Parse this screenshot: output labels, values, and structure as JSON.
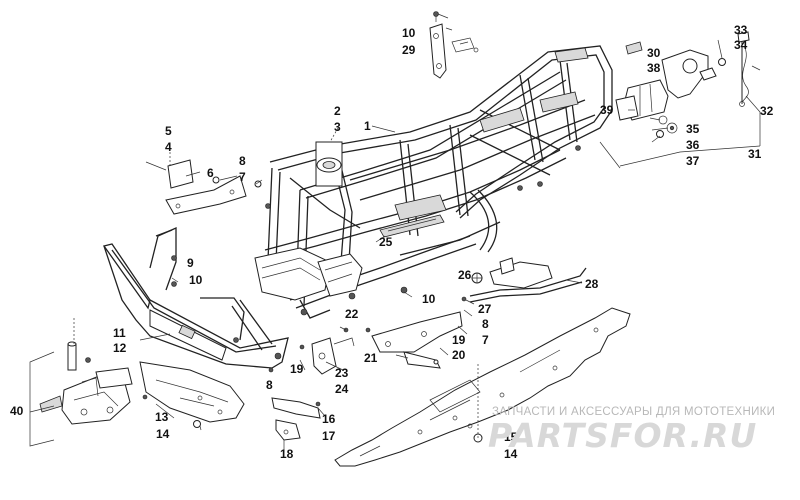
{
  "watermark": {
    "tagline": "ЗАПЧАСТИ И АКСЕССУАРЫ ДЛЯ МОТОТЕХНИКИ",
    "logo": "PARTSFOR.RU"
  },
  "callouts": [
    "1",
    "2",
    "3",
    "4",
    "5",
    "6",
    "7",
    "8",
    "9",
    "10",
    "11",
    "12",
    "13",
    "14",
    "15",
    "16",
    "17",
    "18",
    "19",
    "20",
    "21",
    "22",
    "23",
    "24",
    "25",
    "26",
    "27",
    "28",
    "29",
    "30",
    "31",
    "32",
    "33",
    "34",
    "35",
    "36",
    "37",
    "38",
    "39",
    "40"
  ]
}
